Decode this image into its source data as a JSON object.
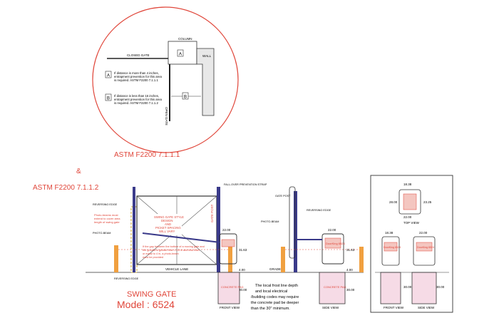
{
  "detail_circle": {
    "column_label": "COLUMN",
    "closed_gate_label": "CLOSED GATE",
    "wall_label": "WALL",
    "open_gate_label": "OPEN GATE",
    "marker_a": "A",
    "marker_b": "B",
    "note_a_line1": "If distance is more than 4 inches,",
    "note_a_line2": "entrapment prevention for this area",
    "note_a_line3": "is required.   ASTM F2200   7.1.1.1",
    "note_b_line1": "If distance is less than 16 inches,",
    "note_b_line2": "entrapment prevention for this area",
    "note_b_line3": "is required.   ASTM F2200   7.1.1.2"
  },
  "standards": {
    "ref_1": "ASTM F2200   7.1.1.1",
    "ampersand": "&",
    "ref_2": "ASTM F2200   7.1.1.2"
  },
  "gate_drawing": {
    "title_line1": "SWING GATE",
    "title_line2": "Model  :  6524",
    "swing_gate_style_note": [
      "SWING GATE STYLE",
      "DESIGN",
      "AND",
      "PICKET SPACING",
      "WILL VARY"
    ],
    "gate_post_label": "GATE POST",
    "vehicle_lane_label": "VEHICLE LANE",
    "grade_label": "GRADE",
    "front_view_label": "FRONT VIEW",
    "side_view_label": "SIDE VIEW",
    "top_view_label": "TOP VIEW",
    "photo_beam_note": [
      "Photo-beams must",
      "extend to cover area",
      "length of swing gate"
    ],
    "gap_note": [
      "If the gap between the bottom of a moving gate and",
      "the ground is greater than 2.25 in and less than",
      "or equal to 4 in, a photo-beam",
      "must be provided"
    ],
    "pad_note": [
      "The local frost line depth",
      "and local electrical",
      "/building codes may require",
      "the concrete pad be deeper",
      "than the  30\" minimum."
    ],
    "operator_label": "DoorKing 6524",
    "concrete_pad_label": "CONCRETE PAD",
    "reversing_edge_label": "REVERSING EDGE",
    "fall_over_label": "FALL-OVER PREVENTION STRAP",
    "photo_beam_label": "PHOTO-BEAM",
    "dims": {
      "w22": "22.00",
      "h31": "31.63",
      "h4": "4.00",
      "h30": "30.00",
      "w18": "18.38",
      "d28": "28.00",
      "d23": "23.25",
      "w1838": "18.38"
    }
  }
}
